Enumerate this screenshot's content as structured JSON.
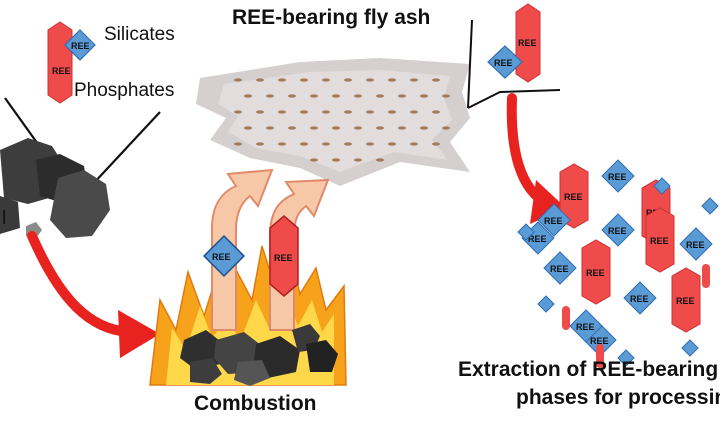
{
  "labels": {
    "silicates": "Silicates",
    "phosphates": "Phosphates",
    "fly_ash": "REE-bearing fly ash",
    "combustion": "Combustion",
    "extraction_line1": "Extraction of REE-bearing",
    "extraction_line2": "phases for processing",
    "coal_partial": "l"
  },
  "tag": "REE",
  "colors": {
    "phosphate_red": "#ef4b4b",
    "silicate_blue": "#5b9bd5",
    "arrow_red": "#e8231f",
    "ash_grey": "#cfc7c7",
    "coal_dark": "#555555",
    "flame_orange": "#f7a21b",
    "flame_yellow": "#ffd84a",
    "updraft_peach": "#f7c8a8"
  }
}
